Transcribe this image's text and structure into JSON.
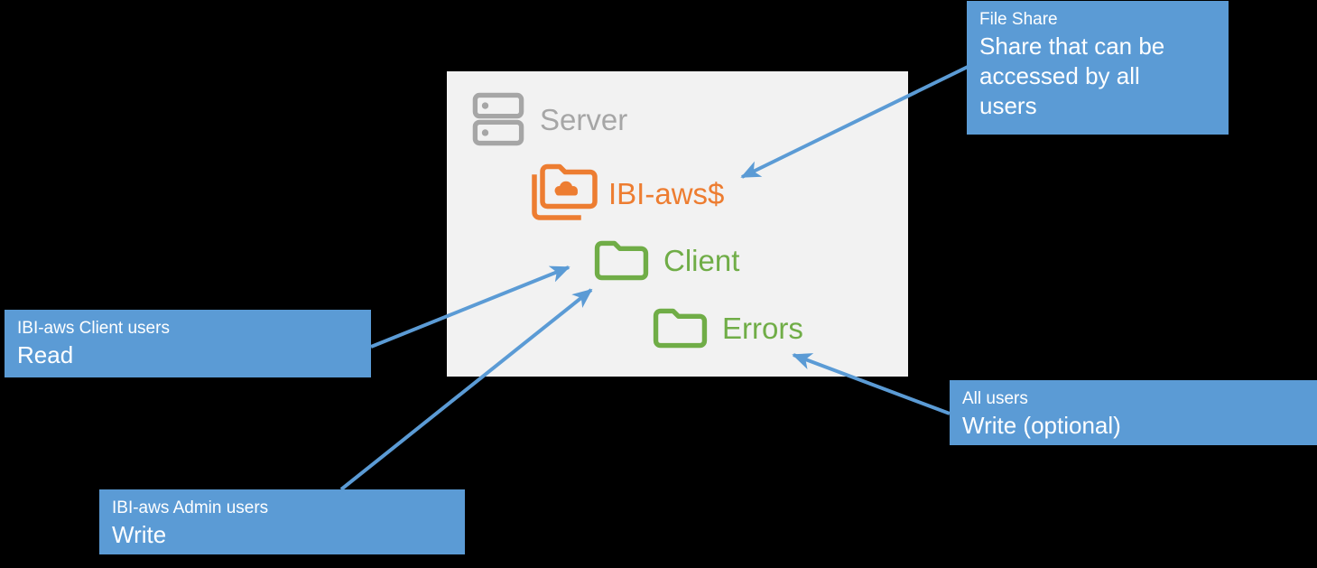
{
  "theme": {
    "background": "#000000",
    "panel_bg": "#F2F2F2",
    "callout_bg": "#5B9BD5",
    "callout_text": "#FFFFFF",
    "arrow_color": "#5B9BD5",
    "server_gray": "#A6A6A6",
    "share_orange": "#ED7D31",
    "folder_green": "#70AD47"
  },
  "diagram": {
    "server": {
      "label": "Server",
      "icon": "server-icon"
    },
    "share": {
      "label": "IBI-aws$",
      "icon": "shared-cloud-folder-icon"
    },
    "folders": [
      {
        "label": "Client",
        "icon": "folder-icon"
      },
      {
        "label": "Errors",
        "icon": "folder-icon"
      }
    ]
  },
  "callouts": {
    "file_share": {
      "title": "File Share",
      "body": "Share that can be accessed by all users",
      "points_to": "IBI-aws$"
    },
    "client_users": {
      "title": "IBI-aws Client users",
      "body": "Read",
      "points_to": "Client"
    },
    "admin_users": {
      "title": "IBI-aws Admin users",
      "body": "Write",
      "points_to": "Client"
    },
    "all_users": {
      "title": "All users",
      "body": "Write (optional)",
      "points_to": "Errors"
    }
  }
}
